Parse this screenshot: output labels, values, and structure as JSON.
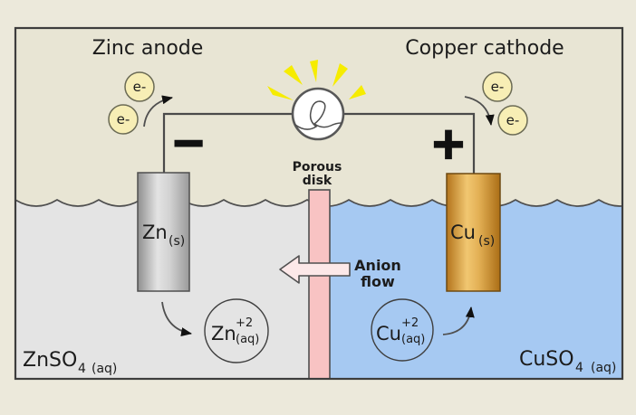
{
  "diagram": {
    "left_title": "Zinc anode",
    "right_title": "Copper cathode",
    "electron_label": "e-",
    "polarity": {
      "negative": "−",
      "positive": "+"
    },
    "porous_disk": {
      "line1": "Porous",
      "line2": "disk"
    },
    "anion_flow": {
      "line1": "Anion",
      "line2": "flow"
    },
    "zinc_electrode": {
      "symbol": "Zn",
      "state": "(s)"
    },
    "copper_electrode": {
      "symbol": "Cu",
      "state": "(s)"
    },
    "zinc_ion": {
      "symbol": "Zn",
      "charge": "+2",
      "state": "(aq)"
    },
    "copper_ion": {
      "symbol": "Cu",
      "charge": "+2",
      "state": "(aq)"
    },
    "left_solution": {
      "formula": "ZnSO",
      "subscript": "4",
      "state": "(aq)"
    },
    "right_solution": {
      "formula": "CuSO",
      "subscript": "4",
      "state": "(aq)"
    },
    "icons": [
      "light-bulb",
      "light-rays",
      "minus-sign",
      "plus-sign",
      "electron-badge",
      "anion-flow-arrow"
    ],
    "colors": {
      "page_background": "#ece9db",
      "inner_background": "#e8e5d4",
      "left_solution_gray": "#e4e4e4",
      "right_solution_blue": "#a6c9f2",
      "porous_disk_pink": "#f8c3c3",
      "anion_arrow_pink": "#fce8e8",
      "electron_badge_yellow": "#f7eeb5",
      "ray_yellow": "#f6ec00",
      "zinc_metal_gray": "#c9c9c9",
      "copper_metal_orange": "#d89a3e",
      "wire_dark": "#4a4a4a"
    }
  }
}
